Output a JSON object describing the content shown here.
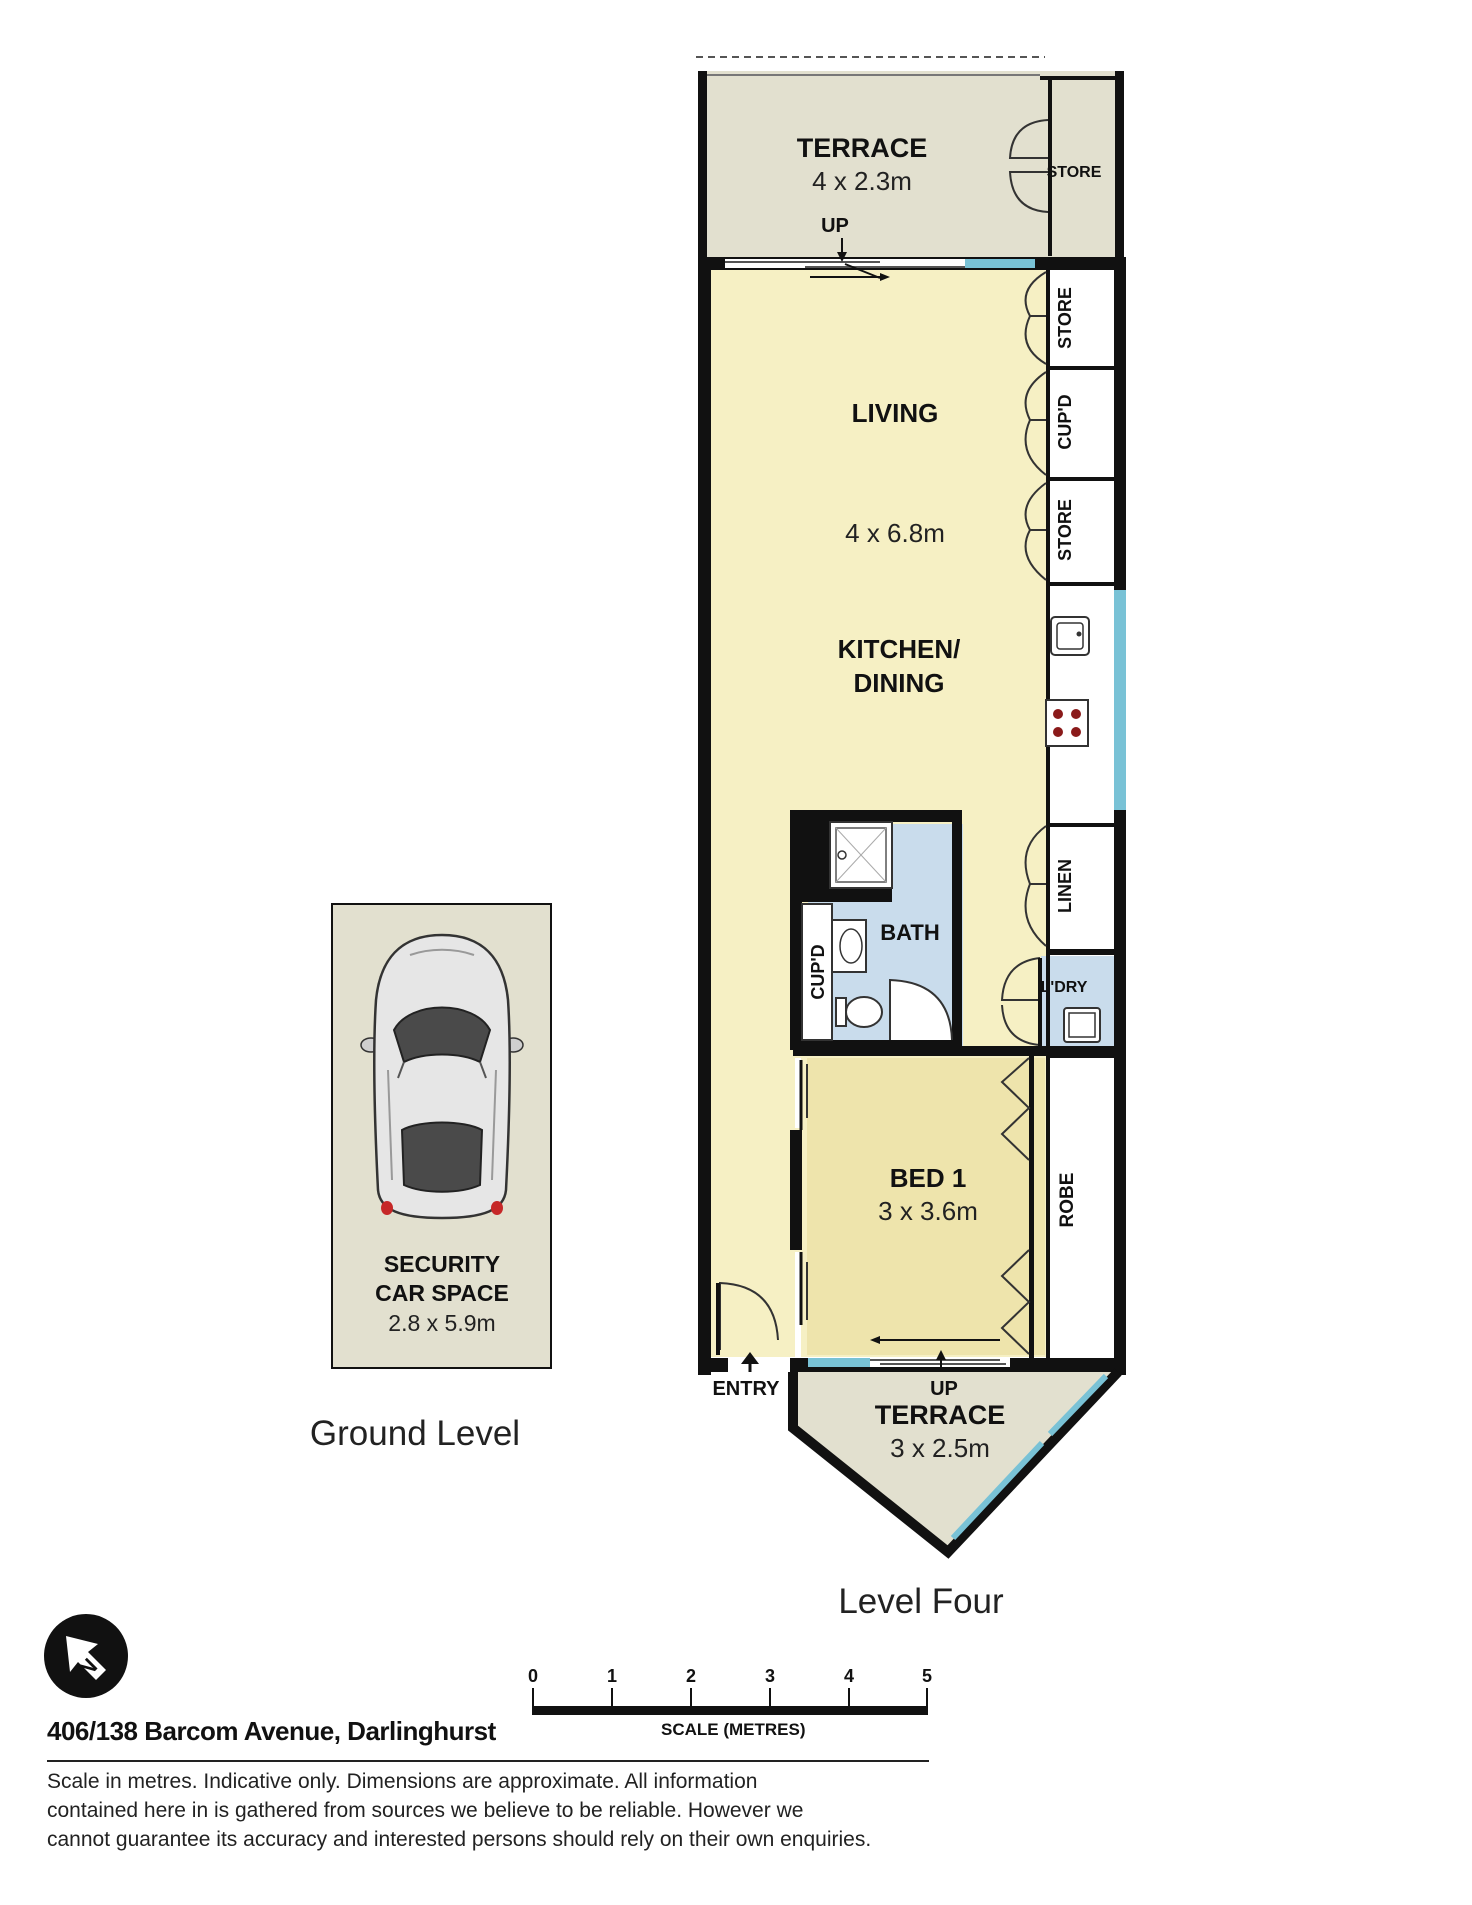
{
  "colors": {
    "room_fill": "#f6f0c4",
    "terrace_fill": "#e2e0cf",
    "bath_fill": "#c9dcec",
    "bed_fill": "#eee4ac",
    "wall": "#111111",
    "window": "#79c2d6"
  },
  "rooms": {
    "terrace_top": {
      "name": "TERRACE",
      "dims": "4 x 2.3m",
      "up": "UP"
    },
    "store_top": "STORE",
    "living": {
      "name": "LIVING",
      "dims": "4 x 6.8m"
    },
    "kitchen_line1": "KITCHEN/",
    "kitchen_line2": "DINING",
    "store_1": "STORE",
    "cupd_1": "CUP'D",
    "store_2": "STORE",
    "linen": "LINEN",
    "bath": "BATH",
    "cupd_bath": "CUP'D",
    "laundry": "L'DRY",
    "bed1": {
      "name": "BED 1",
      "dims": "3 x 3.6m"
    },
    "robe": "ROBE",
    "entry": "ENTRY",
    "terrace_bottom": {
      "up": "UP",
      "name": "TERRACE",
      "dims": "3 x 2.5m"
    },
    "car_space": {
      "line1": "SECURITY",
      "line2": "CAR SPACE",
      "dims": "2.8 x 5.9m"
    }
  },
  "levels": {
    "ground": "Ground Level",
    "four": "Level Four"
  },
  "compass_icon": "north-arrow-icon",
  "scale": {
    "ticks": [
      "0",
      "1",
      "2",
      "3",
      "4",
      "5"
    ],
    "title": "SCALE (METRES)"
  },
  "footer": {
    "address": "406/138 Barcom Avenue, Darlinghurst",
    "disclaimer": [
      "Scale in metres. Indicative only. Dimensions are approximate. All information",
      "contained here in is gathered from sources we believe to be reliable. However we",
      "cannot guarantee its accuracy and interested persons should rely on their own enquiries."
    ]
  }
}
